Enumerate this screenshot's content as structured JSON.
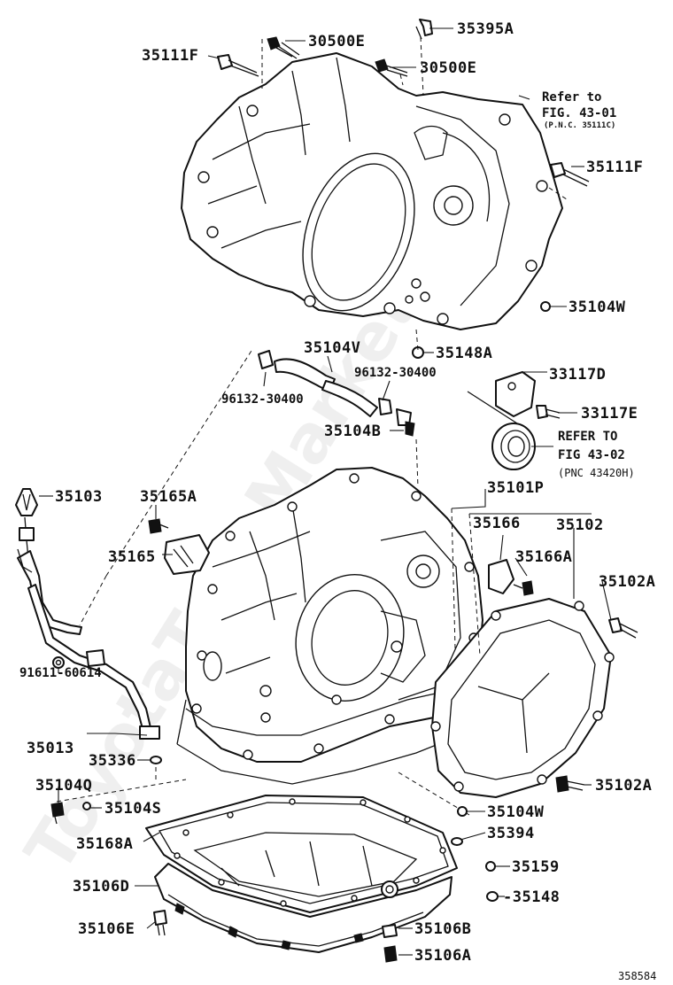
{
  "watermark": "ToyotaTeileMarket.ru",
  "ref_number": "358584",
  "labels": {
    "p30500e_a": "30500E",
    "p35395a": "35395A",
    "p35111f_a": "35111F",
    "p30500e_b": "30500E",
    "p35111f_b": "35111F",
    "p35104w_a": "35104W",
    "p35148a": "35148A",
    "p35104v": "35104V",
    "p96132_a": "96132-30400",
    "p96132_b": "96132-30400",
    "p33117d": "33117D",
    "p33117e": "33117E",
    "p35104b": "35104B",
    "p35101p": "35101P",
    "p35103": "35103",
    "p35165a": "35165A",
    "p35165": "35165",
    "p35166": "35166",
    "p35102": "35102",
    "p35166a": "35166A",
    "p35102a_a": "35102A",
    "p91611": "91611-60614",
    "p35013": "35013",
    "p35336": "35336",
    "p35104q": "35104Q",
    "p35104s": "35104S",
    "p35102a_b": "35102A",
    "p35104w_b": "35104W",
    "p35394": "35394",
    "p35168a": "35168A",
    "p35159": "35159",
    "p35106d": "35106D",
    "p35148": "-35148",
    "p35106e": "35106E",
    "p35106b": "35106B",
    "p35106a": "35106A"
  },
  "notes": {
    "refer1_line1": "Refer to",
    "refer1_line2": "FIG. 43-01",
    "refer1_line3": "(P.N.C. 35111C)",
    "refer2_line1": "REFER TO",
    "refer2_line2": "FIG 43-02",
    "refer2_line3": "(PNC 43420H)"
  }
}
